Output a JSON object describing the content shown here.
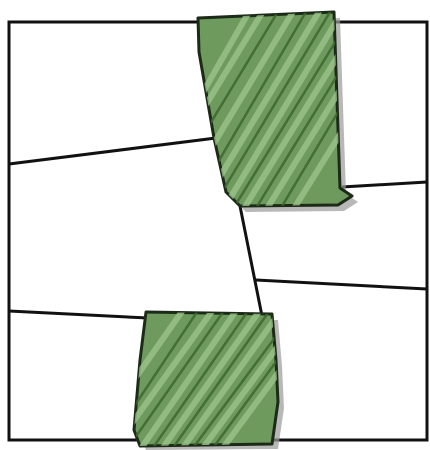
{
  "diagram": {
    "colors": {
      "background": "#ffffff",
      "line": "#111111",
      "block_fill": "#6f9a5e",
      "block_shadow": "#9a9a9a",
      "hatch_light": "#9cc48a",
      "hatch_dark": "#3f6a32"
    },
    "elements": {
      "outer_frame": "frame",
      "polylines": [
        "line-left-upper",
        "line-right-upper",
        "line-right-middle",
        "line-left-lower",
        "line-middle-diagonal"
      ],
      "blocks": [
        "green-block-top",
        "green-block-bottom"
      ]
    }
  }
}
